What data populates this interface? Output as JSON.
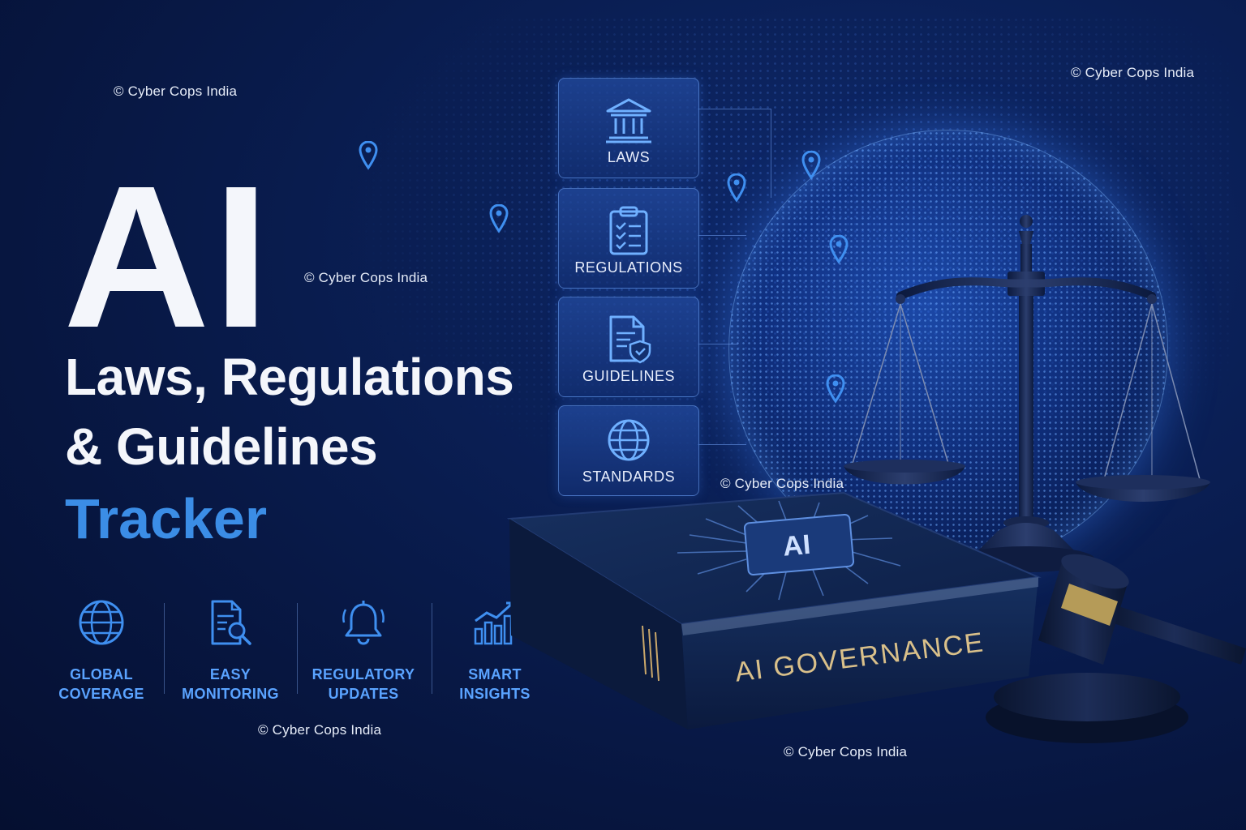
{
  "headline": {
    "big": "AI",
    "line1": "Laws, Regulations",
    "line2": "& Guidelines",
    "accent": "Tracker"
  },
  "categories": [
    {
      "label": "LAWS",
      "icon": "bank-building-icon"
    },
    {
      "label": "REGULATIONS",
      "icon": "clipboard-checklist-icon"
    },
    {
      "label": "GUIDELINES",
      "icon": "document-shield-icon"
    },
    {
      "label": "STANDARDS",
      "icon": "globe-icon"
    }
  ],
  "features": [
    {
      "line1": "GLOBAL",
      "line2": "COVERAGE",
      "icon": "globe-icon"
    },
    {
      "line1": "EASY",
      "line2": "MONITORING",
      "icon": "document-search-icon"
    },
    {
      "line1": "REGULATORY",
      "line2": "UPDATES",
      "icon": "bell-icon"
    },
    {
      "line1": "SMART",
      "line2": "INSIGHTS",
      "icon": "bar-chart-trend-icon"
    }
  ],
  "book": {
    "cover_chip": "AI",
    "spine_title": "AI GOVERNANCE"
  },
  "watermarks": [
    "© Cyber Cops India",
    "© Cyber Cops India",
    "© Cyber Cops India",
    "© Cyber Cops India",
    "© Cyber Cops India",
    "© Cyber Cops India"
  ],
  "colors": {
    "background": "#0a1f55",
    "accent": "#3b8de6",
    "feature_text": "#5aa3ff",
    "headline_text": "#f4f6fb"
  }
}
